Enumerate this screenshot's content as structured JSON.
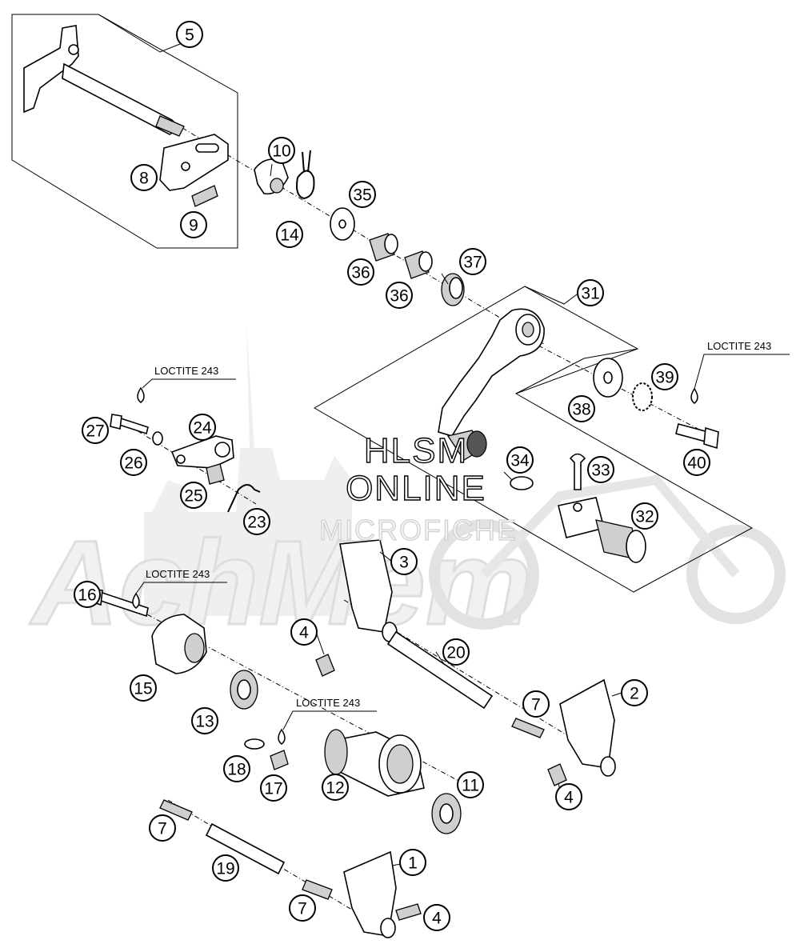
{
  "watermark": {
    "line1": "HLSM",
    "line2": "ONLINE",
    "line3": "MICROFICHE"
  },
  "loctite_label": "LOCTITE 243",
  "callouts": {
    "c1": "1",
    "c2": "2",
    "c3": "3",
    "c4a": "4",
    "c4b": "4",
    "c4c": "4",
    "c5": "5",
    "c7a": "7",
    "c7b": "7",
    "c7c": "7",
    "c8": "8",
    "c9": "9",
    "c10": "10",
    "c11": "11",
    "c12": "12",
    "c13": "13",
    "c14": "14",
    "c15": "15",
    "c16": "16",
    "c17": "17",
    "c18": "18",
    "c19": "19",
    "c20": "20",
    "c23": "23",
    "c24": "24",
    "c25": "25",
    "c26": "26",
    "c27": "27",
    "c31": "31",
    "c32": "32",
    "c33": "33",
    "c34": "34",
    "c35": "35",
    "c36a": "36",
    "c36b": "36",
    "c37": "37",
    "c38": "38",
    "c39": "39",
    "c40": "40"
  }
}
